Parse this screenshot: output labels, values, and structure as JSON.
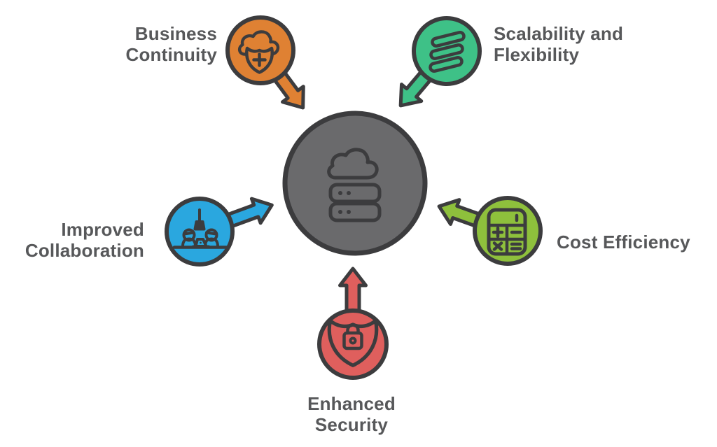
{
  "diagram": {
    "kind": "hub-and-spoke infographic",
    "hub": {
      "name": "cloud-hosting-hub",
      "icon": "cloud-servers-icon"
    },
    "nodes": [
      {
        "id": "business-continuity",
        "label": "Business\nContinuity",
        "color": "orange",
        "icon": "cloud-shield-plus-icon"
      },
      {
        "id": "scalability-and-flexibility",
        "label": "Scalability and\nFlexibility",
        "color": "green",
        "icon": "coil-spring-icon"
      },
      {
        "id": "improved-collaboration",
        "label": "Improved\nCollaboration",
        "color": "blue",
        "icon": "team-collaboration-icon"
      },
      {
        "id": "cost-efficiency",
        "label": "Cost Efficiency",
        "color": "lime",
        "icon": "calculator-icon"
      },
      {
        "id": "enhanced-security",
        "label": "Enhanced\nSecurity",
        "color": "red",
        "icon": "shield-lock-icon"
      }
    ]
  },
  "colors": {
    "background": "#ffffff",
    "outline": "#3c3c3e",
    "center_fill": "#6a6a6c",
    "orange": "#df8133",
    "green": "#3ec187",
    "blue": "#2aa7df",
    "lime": "#8ec03c",
    "red": "#df5f5d",
    "label_text": "#57585a"
  }
}
